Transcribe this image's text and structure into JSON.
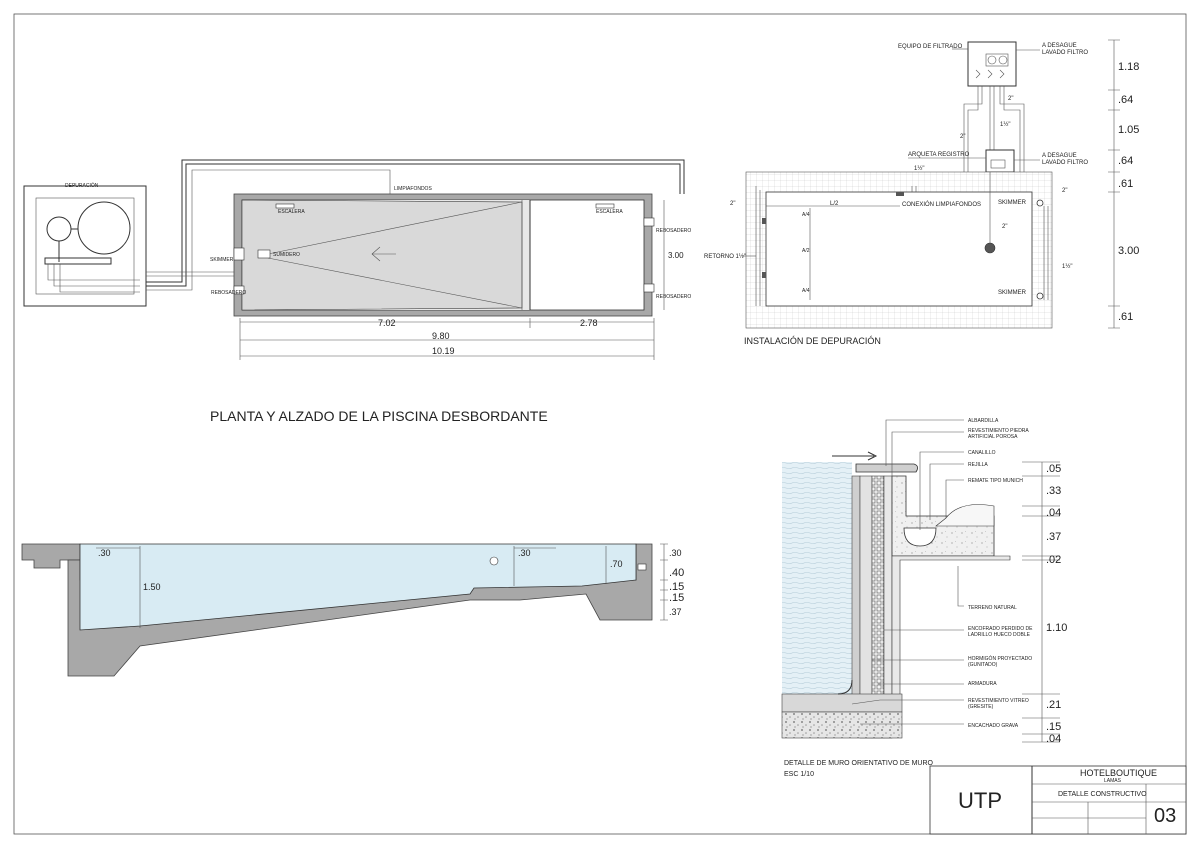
{
  "plan": {
    "title": "PLANTA Y ALZADO DE LA PISCINA DESBORDANTE",
    "labels": {
      "depuracion": "DEPURACIÓN",
      "limpiafondos": "LIMPIAFONDOS",
      "escalera": "ESCALERA",
      "skimmer": "SKIMMER",
      "sumidero": "SUMIDERO",
      "rebosadero": "REBOSADERO"
    },
    "dims": {
      "d1": "7.02",
      "d2": "2.78",
      "d3": "9.80",
      "d4": "10.19",
      "width": "3.00"
    }
  },
  "depuracion": {
    "title": "INSTALACIÓN DE DEPURACIÓN",
    "labels": {
      "equipo": "EQUIPO DE FILTRADO",
      "desague1": "A DESAGUE",
      "lavado1": "LAVADO FILTRO",
      "arqueta": "ARQUETA REGISTRO",
      "desague2": "A DESAGUE",
      "lavado2": "LAVADO FILTRO",
      "conexion": "CONEXIÓN LIMPIAFONDOS",
      "retorno": "RETORNO 1½\"",
      "skimmer": "SKIMMER",
      "l2": "L/2",
      "a4": "A/4",
      "a2": "A/2",
      "p2a": "2\"",
      "p2b": "2\"",
      "p2c": "2\"",
      "p2d": "2\"",
      "p2e": "2\"",
      "p112a": "1½\"",
      "p112b": "1½\"",
      "p112c": "1½\""
    },
    "dims": [
      "1.18",
      ".64",
      "1.05",
      ".64",
      ".61",
      "3.00",
      ".61"
    ]
  },
  "section": {
    "dims": {
      "top1": ".30",
      "top2": ".30",
      "depth": "1.50",
      "shallow": ".70",
      "r1": ".30",
      "r2": ".40",
      "r3": ".15",
      "r4": ".15",
      "r5": ".37"
    }
  },
  "detail": {
    "title": "DETALLE DE MURO ORIENTATIVO DE MURO",
    "scale": "ESC  1/10",
    "labels": [
      "ALBARDILLA",
      "REVESTIMIENTO PIEDRA",
      "ARTIFICIAL POROSA",
      "CANALILLO",
      "REJILLA",
      "REMATE TIPO MUNICH",
      "TERRENO NATURAL",
      "ENCOFRADO PERDIDO DE",
      "LADRILLO HUECO DOBLE",
      "HORMIGÓN PROYECTADO",
      "(GUNITADO)",
      "ARMADURA",
      "REVESTIMIENTO VITREO",
      "(GRESITE)",
      "ENCACHADO GRAVA"
    ],
    "dims": [
      ".05",
      ".33",
      ".04",
      ".37",
      ".02",
      "1.10",
      ".21",
      ".15",
      ".04"
    ]
  },
  "titleblock": {
    "logo": "UTP",
    "project": "HOTELBOUTIQUE",
    "sub": "LAMAS",
    "sheet_title": "DETALLE CONSTRUCTIVO",
    "sheet_number": "03"
  }
}
